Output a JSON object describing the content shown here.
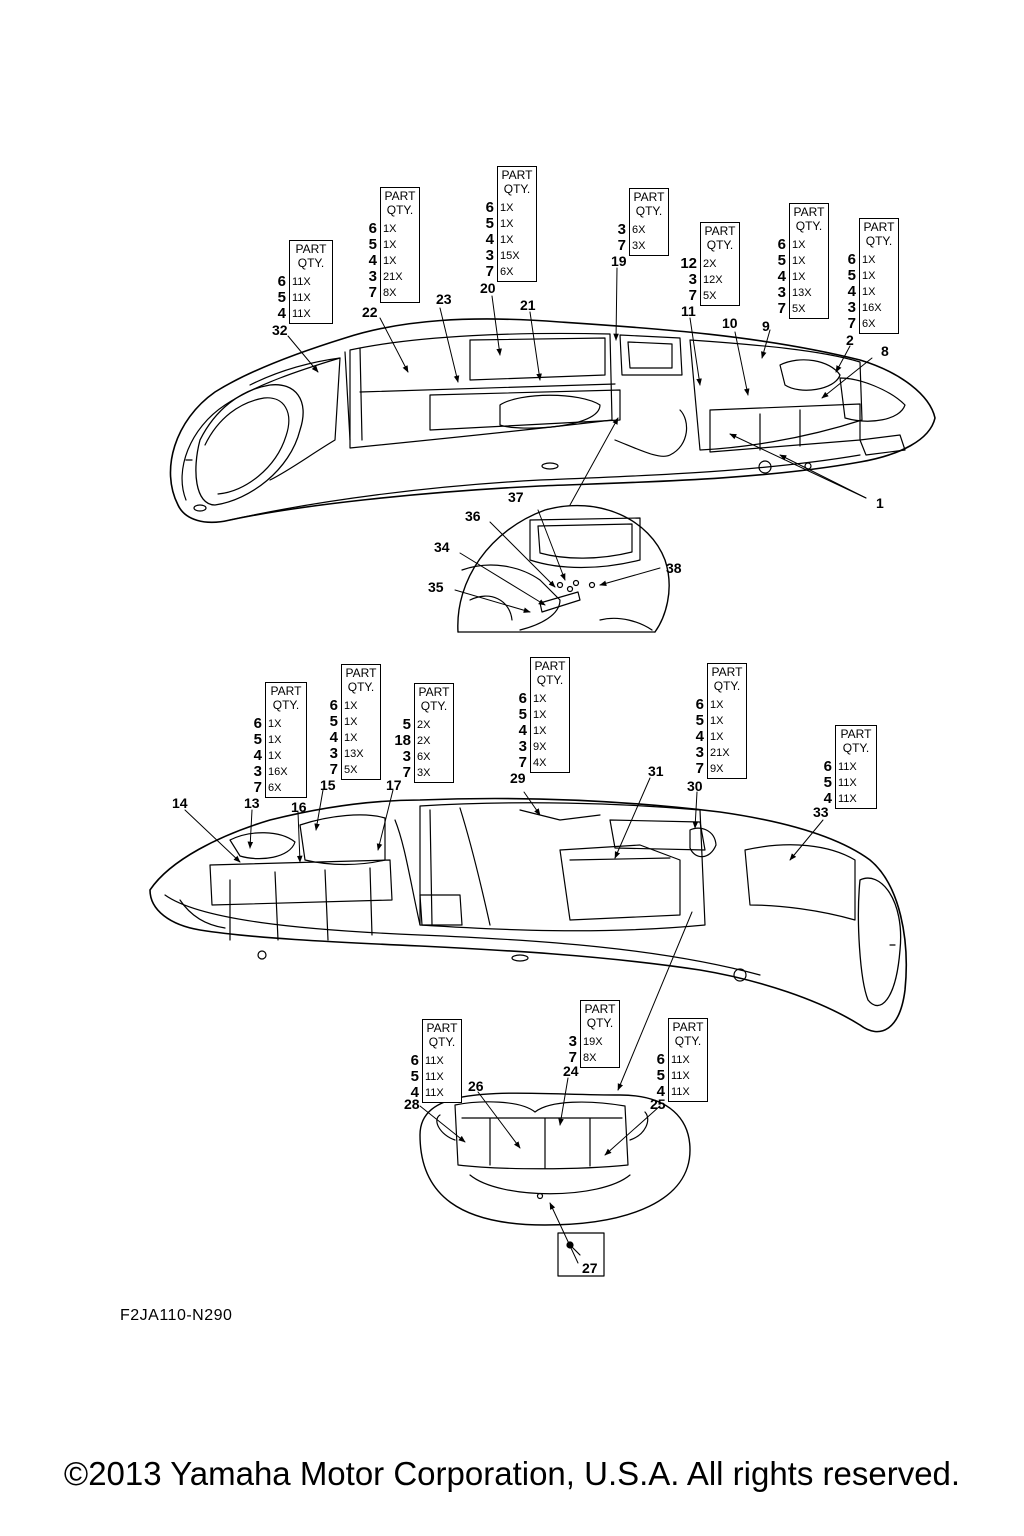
{
  "figure_code": "F2JA110-N290",
  "copyright": "©2013 Yamaha Motor Corporation, U.S.A. All rights reserved.",
  "qty_header": {
    "line1": "PART",
    "line2": "QTY."
  },
  "tables": [
    {
      "id": "t32",
      "rows": [
        [
          "6",
          "11X"
        ],
        [
          "5",
          "11X"
        ],
        [
          "4",
          "11X"
        ]
      ]
    },
    {
      "id": "t22",
      "rows": [
        [
          "6",
          "1X"
        ],
        [
          "5",
          "1X"
        ],
        [
          "4",
          "1X"
        ],
        [
          "3",
          "21X"
        ],
        [
          "7",
          "8X"
        ]
      ]
    },
    {
      "id": "t20",
      "rows": [
        [
          "6",
          "1X"
        ],
        [
          "5",
          "1X"
        ],
        [
          "4",
          "1X"
        ],
        [
          "3",
          "15X"
        ],
        [
          "7",
          "6X"
        ]
      ]
    },
    {
      "id": "t19",
      "rows": [
        [
          "3",
          "6X"
        ],
        [
          "7",
          "3X"
        ]
      ]
    },
    {
      "id": "t11",
      "rows": [
        [
          "12",
          "2X"
        ],
        [
          "3",
          "12X"
        ],
        [
          "7",
          "5X"
        ]
      ]
    },
    {
      "id": "t9",
      "rows": [
        [
          "6",
          "1X"
        ],
        [
          "5",
          "1X"
        ],
        [
          "4",
          "1X"
        ],
        [
          "3",
          "13X"
        ],
        [
          "7",
          "5X"
        ]
      ]
    },
    {
      "id": "t2",
      "rows": [
        [
          "6",
          "1X"
        ],
        [
          "5",
          "1X"
        ],
        [
          "4",
          "1X"
        ],
        [
          "3",
          "16X"
        ],
        [
          "7",
          "6X"
        ]
      ]
    },
    {
      "id": "t13",
      "rows": [
        [
          "6",
          "1X"
        ],
        [
          "5",
          "1X"
        ],
        [
          "4",
          "1X"
        ],
        [
          "3",
          "16X"
        ],
        [
          "7",
          "6X"
        ]
      ]
    },
    {
      "id": "t15",
      "rows": [
        [
          "6",
          "1X"
        ],
        [
          "5",
          "1X"
        ],
        [
          "4",
          "1X"
        ],
        [
          "3",
          "13X"
        ],
        [
          "7",
          "5X"
        ]
      ]
    },
    {
      "id": "t17",
      "rows": [
        [
          "5",
          "2X"
        ],
        [
          "18",
          "2X"
        ],
        [
          "3",
          "6X"
        ],
        [
          "7",
          "3X"
        ]
      ]
    },
    {
      "id": "t29",
      "rows": [
        [
          "6",
          "1X"
        ],
        [
          "5",
          "1X"
        ],
        [
          "4",
          "1X"
        ],
        [
          "3",
          "9X"
        ],
        [
          "7",
          "4X"
        ]
      ]
    },
    {
      "id": "t30",
      "rows": [
        [
          "6",
          "1X"
        ],
        [
          "5",
          "1X"
        ],
        [
          "4",
          "1X"
        ],
        [
          "3",
          "21X"
        ],
        [
          "7",
          "9X"
        ]
      ]
    },
    {
      "id": "t33",
      "rows": [
        [
          "6",
          "11X"
        ],
        [
          "5",
          "11X"
        ],
        [
          "4",
          "11X"
        ]
      ]
    },
    {
      "id": "t28",
      "rows": [
        [
          "6",
          "11X"
        ],
        [
          "5",
          "11X"
        ],
        [
          "4",
          "11X"
        ]
      ]
    },
    {
      "id": "t24",
      "rows": [
        [
          "3",
          "19X"
        ],
        [
          "7",
          "8X"
        ]
      ]
    },
    {
      "id": "t25",
      "rows": [
        [
          "6",
          "11X"
        ],
        [
          "5",
          "11X"
        ],
        [
          "4",
          "11X"
        ]
      ]
    }
  ],
  "callouts": [
    {
      "id": "c32",
      "label": "32"
    },
    {
      "id": "c22",
      "label": "22"
    },
    {
      "id": "c23",
      "label": "23"
    },
    {
      "id": "c20",
      "label": "20"
    },
    {
      "id": "c21",
      "label": "21"
    },
    {
      "id": "c19",
      "label": "19"
    },
    {
      "id": "c11",
      "label": "11"
    },
    {
      "id": "c10",
      "label": "10"
    },
    {
      "id": "c9",
      "label": "9"
    },
    {
      "id": "c2",
      "label": "2"
    },
    {
      "id": "c8",
      "label": "8"
    },
    {
      "id": "c1",
      "label": "1"
    },
    {
      "id": "c37",
      "label": "37"
    },
    {
      "id": "c36",
      "label": "36"
    },
    {
      "id": "c34",
      "label": "34"
    },
    {
      "id": "c35",
      "label": "35"
    },
    {
      "id": "c38",
      "label": "38"
    },
    {
      "id": "c14",
      "label": "14"
    },
    {
      "id": "c13",
      "label": "13"
    },
    {
      "id": "c16",
      "label": "16"
    },
    {
      "id": "c15",
      "label": "15"
    },
    {
      "id": "c17",
      "label": "17"
    },
    {
      "id": "c29",
      "label": "29"
    },
    {
      "id": "c31",
      "label": "31"
    },
    {
      "id": "c30",
      "label": "30"
    },
    {
      "id": "c33",
      "label": "33"
    },
    {
      "id": "c28",
      "label": "28"
    },
    {
      "id": "c26",
      "label": "26"
    },
    {
      "id": "c24",
      "label": "24"
    },
    {
      "id": "c25",
      "label": "25"
    },
    {
      "id": "c27",
      "label": "27"
    }
  ]
}
